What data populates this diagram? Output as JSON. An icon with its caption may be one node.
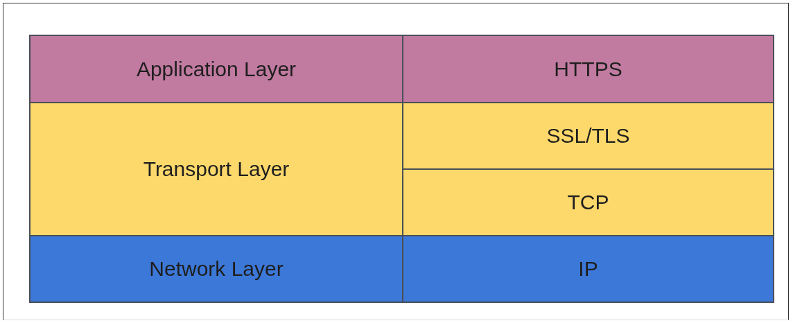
{
  "diagram": {
    "nodes": [
      {
        "text": [
          "Application Layer"
        ]
      },
      {
        "text": [
          "HTTPS"
        ]
      },
      {
        "text": [
          "Transport Layer"
        ]
      },
      {
        "text": [
          "SSL/TLS"
        ]
      },
      {
        "text": [
          "TCP"
        ]
      },
      {
        "text": [
          "Network Layer"
        ]
      },
      {
        "text": [
          "IP"
        ]
      }
    ],
    "edges": []
  }
}
